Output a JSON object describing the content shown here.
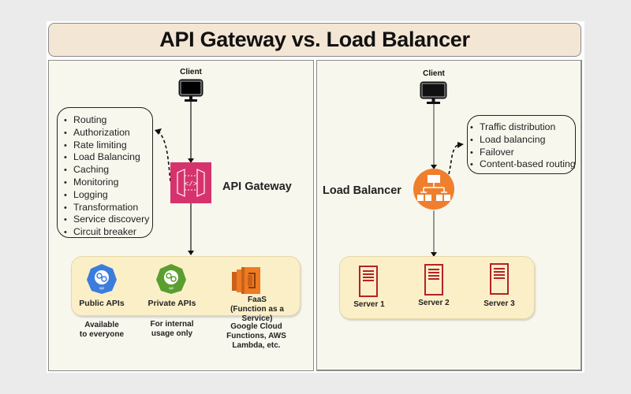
{
  "title": "API Gateway vs. Load Balancer",
  "colors": {
    "api_gateway": "#d6336c",
    "public_api": "#3b7ddd",
    "private_api": "#5a9e2f",
    "faas": "#ee7a21",
    "load_balancer": "#ef7f2d",
    "server": "#b3222a",
    "group_fill": "#fbefc8",
    "panel_fill": "#f8f7ee",
    "title_fill": "#f3e6d4"
  },
  "left": {
    "client_label": "Client",
    "gateway_label": "API Gateway",
    "features": [
      "Routing",
      "Authorization",
      "Rate limiting",
      "Load Balancing",
      "Caching",
      "Monitoring",
      "Logging",
      "Transformation",
      "Service discovery",
      "Circuit breaker"
    ],
    "targets": [
      {
        "icon": "public-api-icon",
        "label": "Public APIs",
        "icon_text": "api",
        "caption": [
          "Available",
          "to everyone"
        ]
      },
      {
        "icon": "private-api-icon",
        "label": "Private APIs",
        "icon_text": "api",
        "caption": [
          "For internal",
          "usage only"
        ]
      },
      {
        "icon": "faas-lambda-icon",
        "label": "FaaS",
        "sublabel": "(Function as a Service)",
        "caption": [
          "Google Cloud",
          "Functions, AWS",
          "Lambda, etc."
        ]
      }
    ]
  },
  "right": {
    "client_label": "Client",
    "lb_label": "Load Balancer",
    "features": [
      "Traffic distribution",
      "Load balancing",
      "Failover",
      "Content-based routing"
    ],
    "servers": [
      "Server 1",
      "Server 2",
      "Server 3"
    ]
  }
}
